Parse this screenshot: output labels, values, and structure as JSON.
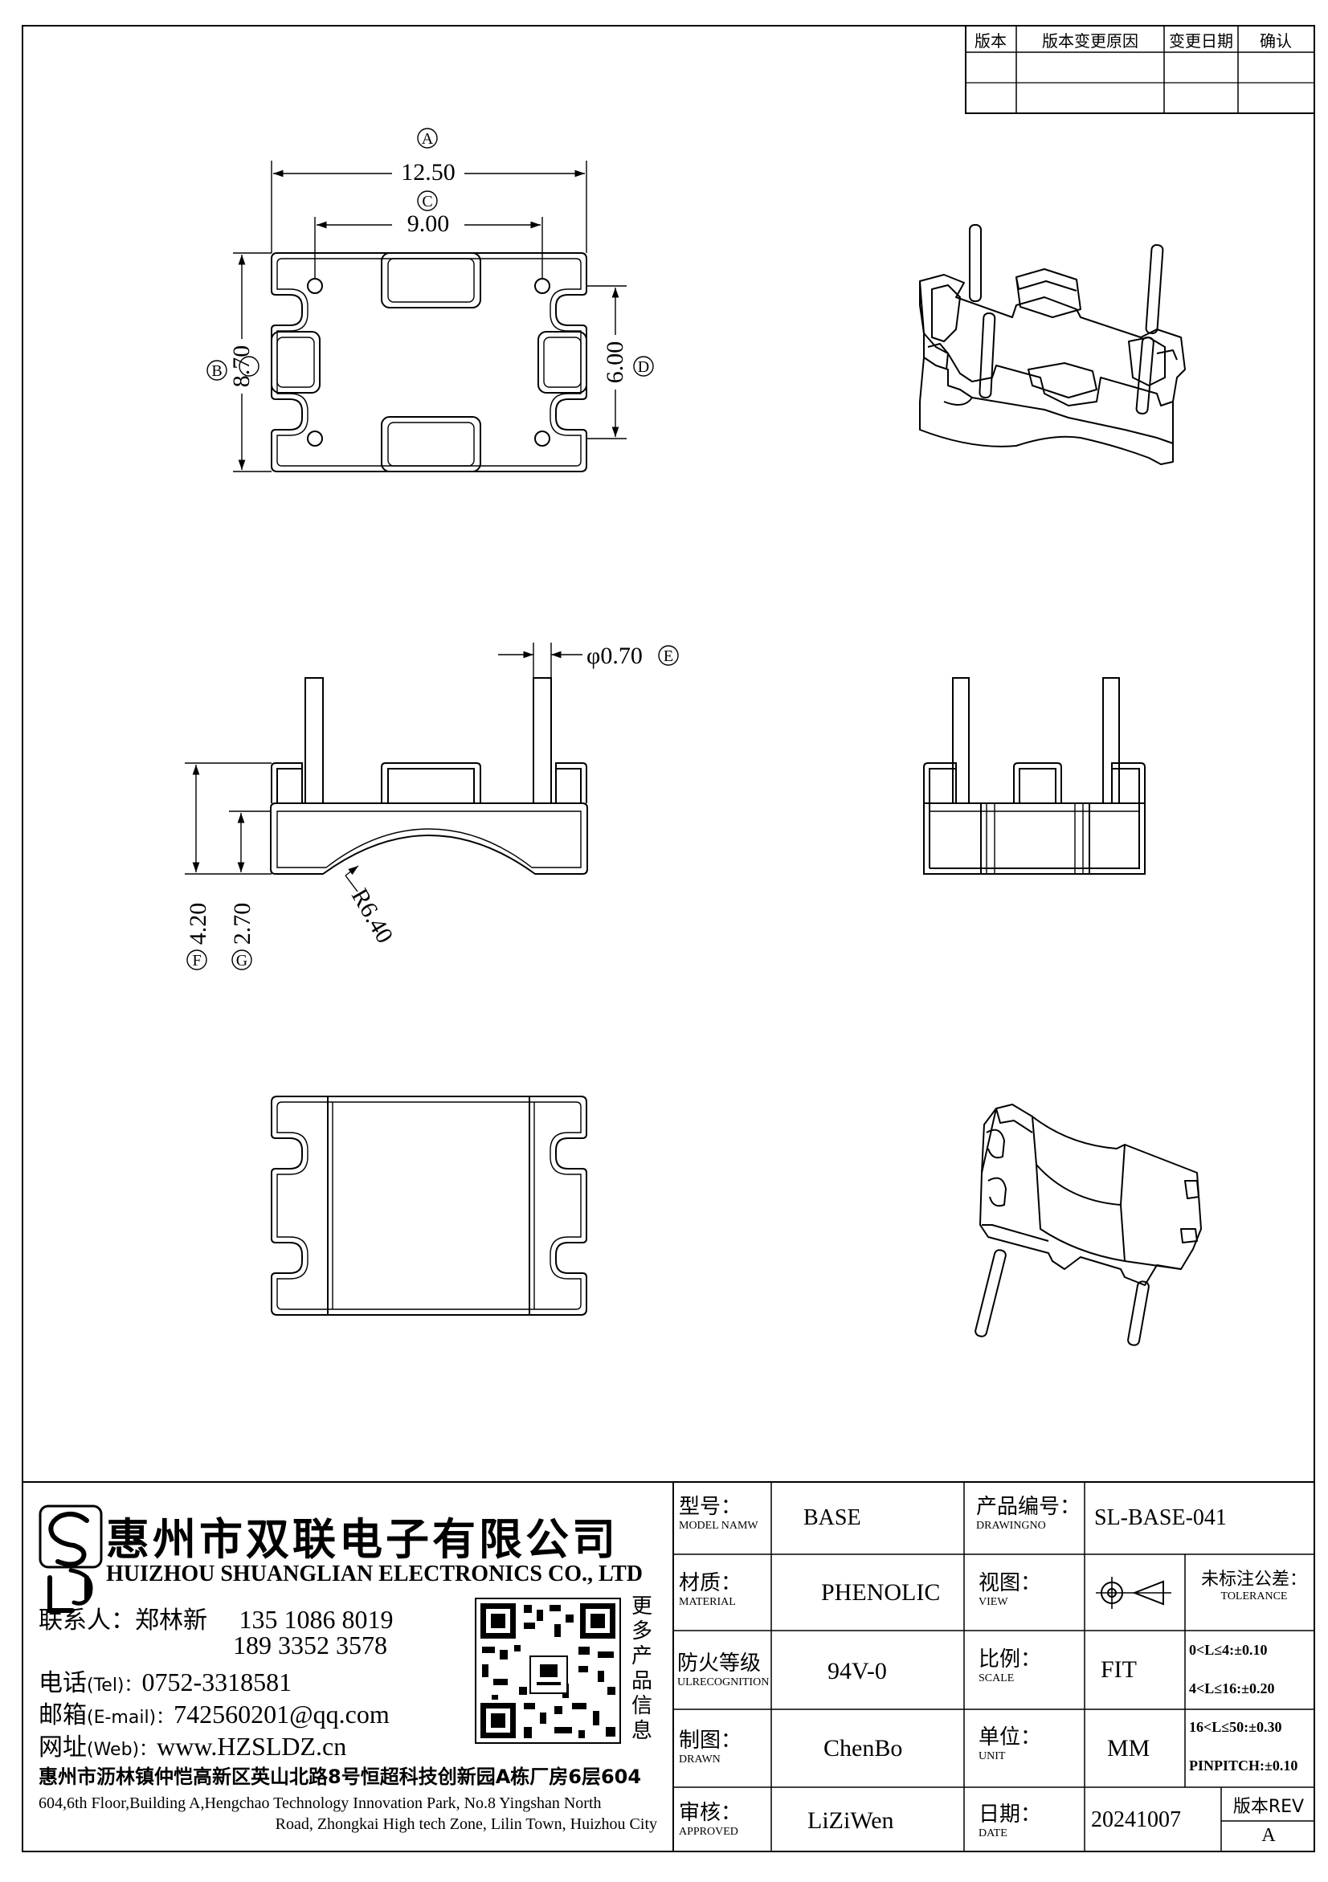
{
  "revision_table": {
    "headers": [
      "版本",
      "版本变更原因",
      "变更日期",
      "确认"
    ]
  },
  "dimensions": {
    "top_width": "12.50",
    "top_width_tag": "A",
    "pin_spacing": "9.00",
    "pin_spacing_tag": "C",
    "depth": "8.70",
    "depth_tag": "B",
    "slot_spacing": "6.00",
    "slot_spacing_tag": "D",
    "pin_diameter": "φ0.70",
    "pin_diameter_tag": "E",
    "total_height": "4.20",
    "total_height_tag": "F",
    "body_height": "2.70",
    "body_height_tag": "G",
    "radius": "R6.40"
  },
  "company": {
    "name_cn": "惠州市双联电子有限公司",
    "name_en": "HUIZHOU SHUANGLIAN ELECTRONICS CO., LTD",
    "contact_label": "联系人：",
    "contact_name": "郑林新",
    "phone1": "135 1086 8019",
    "phone2": "189 3352 3578",
    "tel_label": "电话",
    "tel_label_en": "(Tel)：",
    "tel": "0752-3318581",
    "email_label": "邮箱",
    "email_label_en": "(E-mail)：",
    "email": "742560201@qq.com",
    "web_label": "网址",
    "web_label_en": "(Web)：",
    "web": "www.HZSLDZ.cn",
    "qr_caption": [
      "更",
      "多",
      "产",
      "品",
      "信",
      "息"
    ],
    "address_cn": "惠州市沥林镇仲恺高新区英山北路8号恒超科技创新园A栋厂房6层604",
    "address_en_1": "604,6th Floor,Building A,Hengchao Technology Innovation Park, No.8 Yingshan North",
    "address_en_2": "Road, Zhongkai High tech Zone, Lilin Town, Huizhou City"
  },
  "title_block": {
    "model_label_cn": "型号：",
    "model_label_en": "MODEL NAMW",
    "model": "BASE",
    "drawingno_label_cn": "产品编号：",
    "drawingno_label_en": "DRAWINGNO",
    "drawingno": "SL-BASE-041",
    "material_label_cn": "材质：",
    "material_label_en": "MATERIAL",
    "material": "PHENOLIC",
    "view_label_cn": "视图：",
    "view_label_en": "VIEW",
    "tolerance_label_cn": "未标注公差：",
    "tolerance_label_en": "TOLERANCE",
    "tolerances": [
      "0<L≤4:±0.10",
      "4<L≤16:±0.20",
      "16<L≤50:±0.30",
      "PINPITCH:±0.10"
    ],
    "fire_label_cn": "防火等级",
    "fire_label_en": "ULRECOGNITION",
    "fire": "94V-0",
    "scale_label_cn": "比例：",
    "scale_label_en": "SCALE",
    "scale": "FIT",
    "drawn_label_cn": "制图：",
    "drawn_label_en": "DRAWN",
    "drawn": "ChenBo",
    "unit_label_cn": "单位：",
    "unit_label_en": "UNIT",
    "unit": "MM",
    "approved_label_cn": "审核：",
    "approved_label_en": "APPROVED",
    "approved": "LiZiWen",
    "date_label_cn": "日期：",
    "date_label_en": "DATE",
    "date": "20241007",
    "rev_label": "版本REV",
    "rev": "A"
  }
}
